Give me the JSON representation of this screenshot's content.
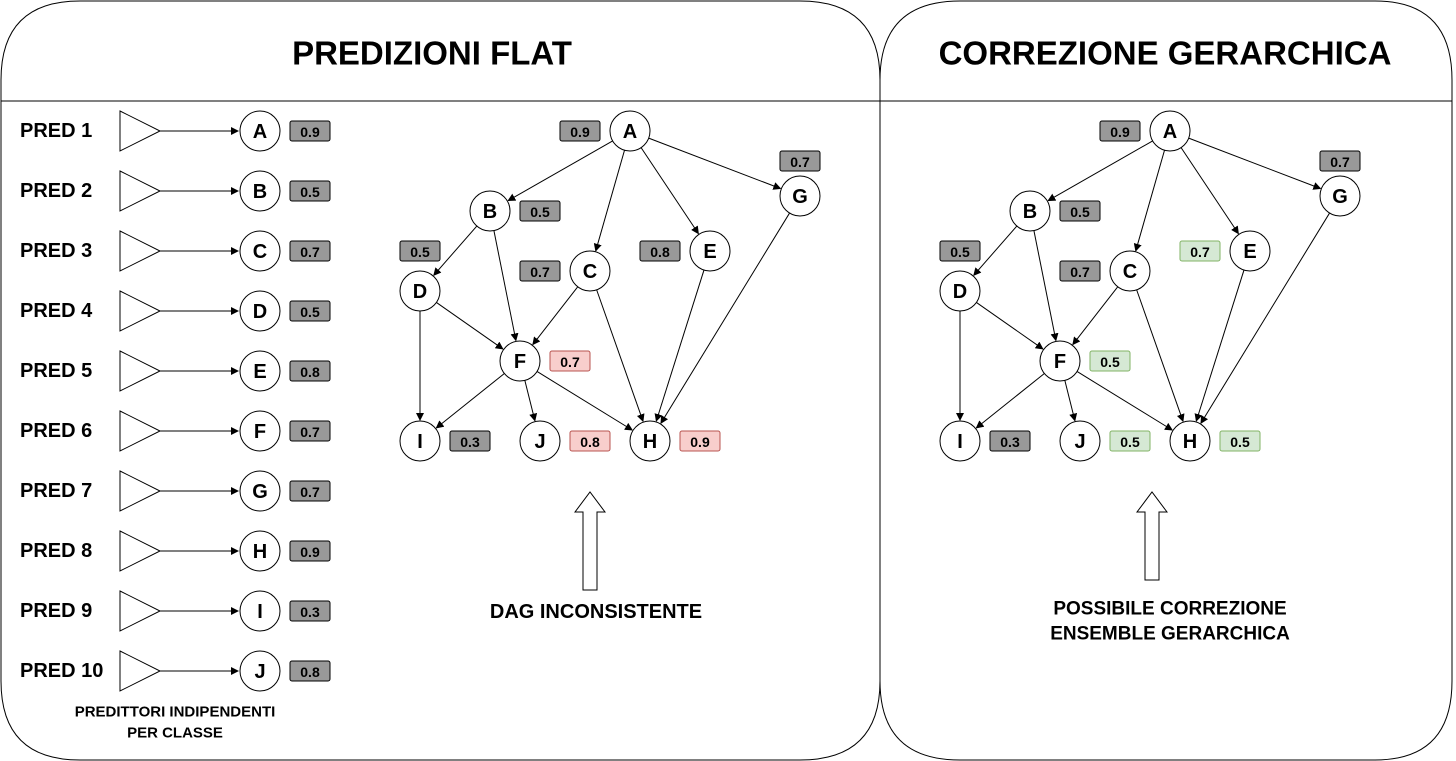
{
  "panel_left": {
    "title": "PREDIZIONI FLAT",
    "predictors": [
      {
        "label": "PRED 1",
        "node": "A",
        "score": "0.9"
      },
      {
        "label": "PRED 2",
        "node": "B",
        "score": "0.5"
      },
      {
        "label": "PRED 3",
        "node": "C",
        "score": "0.7"
      },
      {
        "label": "PRED 4",
        "node": "D",
        "score": "0.5"
      },
      {
        "label": "PRED 5",
        "node": "E",
        "score": "0.8"
      },
      {
        "label": "PRED 6",
        "node": "F",
        "score": "0.7"
      },
      {
        "label": "PRED 7",
        "node": "G",
        "score": "0.7"
      },
      {
        "label": "PRED 8",
        "node": "H",
        "score": "0.9"
      },
      {
        "label": "PRED 9",
        "node": "I",
        "score": "0.3"
      },
      {
        "label": "PRED 10",
        "node": "J",
        "score": "0.8"
      }
    ],
    "predictors_caption_line1": "PREDITTORI INDIPENDENTI",
    "predictors_caption_line2": "PER CLASSE",
    "dag_caption": "DAG INCONSISTENTE",
    "dag_scores": {
      "A": {
        "value": "0.9",
        "status": "neutral"
      },
      "B": {
        "value": "0.5",
        "status": "neutral"
      },
      "C": {
        "value": "0.7",
        "status": "neutral"
      },
      "D": {
        "value": "0.5",
        "status": "neutral"
      },
      "E": {
        "value": "0.8",
        "status": "neutral"
      },
      "F": {
        "value": "0.7",
        "status": "inconsistent"
      },
      "G": {
        "value": "0.7",
        "status": "neutral"
      },
      "H": {
        "value": "0.9",
        "status": "inconsistent"
      },
      "I": {
        "value": "0.3",
        "status": "neutral"
      },
      "J": {
        "value": "0.8",
        "status": "inconsistent"
      }
    }
  },
  "panel_right": {
    "title": "CORREZIONE GERARCHICA",
    "caption_line1": "POSSIBILE CORREZIONE",
    "caption_line2": "ENSEMBLE GERARCHICA",
    "dag_scores": {
      "A": {
        "value": "0.9",
        "status": "neutral"
      },
      "B": {
        "value": "0.5",
        "status": "neutral"
      },
      "C": {
        "value": "0.7",
        "status": "neutral"
      },
      "D": {
        "value": "0.5",
        "status": "neutral"
      },
      "E": {
        "value": "0.7",
        "status": "corrected"
      },
      "F": {
        "value": "0.5",
        "status": "corrected"
      },
      "G": {
        "value": "0.7",
        "status": "neutral"
      },
      "H": {
        "value": "0.5",
        "status": "corrected"
      },
      "I": {
        "value": "0.3",
        "status": "neutral"
      },
      "J": {
        "value": "0.5",
        "status": "corrected"
      }
    }
  },
  "dag_edges": [
    [
      "A",
      "B"
    ],
    [
      "A",
      "C"
    ],
    [
      "A",
      "E"
    ],
    [
      "A",
      "G"
    ],
    [
      "B",
      "D"
    ],
    [
      "B",
      "F"
    ],
    [
      "C",
      "F"
    ],
    [
      "C",
      "H"
    ],
    [
      "D",
      "F"
    ],
    [
      "D",
      "I"
    ],
    [
      "E",
      "H"
    ],
    [
      "G",
      "H"
    ],
    [
      "F",
      "I"
    ],
    [
      "F",
      "J"
    ],
    [
      "F",
      "H"
    ]
  ],
  "colors": {
    "neutral_fill": "#999999",
    "inconsistent_fill": "#f8cecc",
    "inconsistent_stroke": "#b85450",
    "corrected_fill": "#d5e8d4",
    "corrected_stroke": "#82b366"
  }
}
